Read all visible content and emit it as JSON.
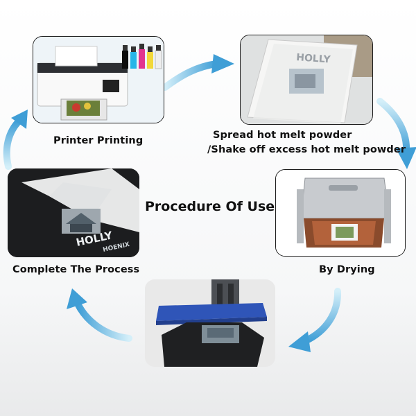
{
  "center_title": "Procedure Of Use",
  "steps": [
    {
      "label": "Printer Printing",
      "image": "printer-with-ink-bottles"
    },
    {
      "label_line1": "Spread hot melt powder",
      "label_line2": "/Shake off excess hot melt powder",
      "image": "powdered-transfer-film"
    },
    {
      "label": "By Drying",
      "image": "drying-oven"
    },
    {
      "image": "heat-press-on-shirt"
    },
    {
      "label": "Complete The Process",
      "image": "peeling-film-from-shirt"
    }
  ],
  "photo_text": {
    "film_print": "HOLLY",
    "shirt_print_line1": "HOLLY",
    "shirt_print_line2": "HOENIX"
  },
  "colors": {
    "arrow_light": "#d4eff9",
    "arrow_dark": "#3f9ed6",
    "border": "#1d1d1d"
  }
}
